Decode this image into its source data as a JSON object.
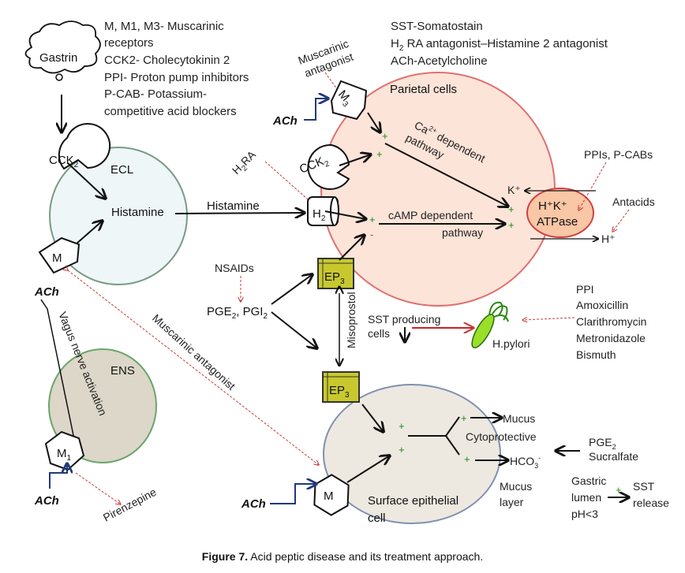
{
  "legend_left": [
    "M, M1, M3- Muscarinic",
    "receptors",
    "CCK2- Cholecytokinin 2",
    "PPI- Proton pump inhibitors",
    "P-CAB- Potassium-",
    "competitive acid blockers"
  ],
  "legend_right": {
    "sst": "SST-Somatostain",
    "h2_main": "H",
    "h2_sub": "2",
    "h2_rest": " RA antagonist–Histamine 2 antagonist",
    "ach": "ACh-Acetylcholine"
  },
  "nodes": {
    "gastrin": "Gastrin",
    "ecl": "ECL",
    "histamine_inner": "Histamine",
    "histamine_arrow": "Histamine",
    "cck": "CCK",
    "sub2": "2",
    "sub3": "3",
    "sub1": "1",
    "m": "M",
    "ach": "ACh",
    "ens": "ENS",
    "vagus": "Vagus nerve activation",
    "pirenzepine": "Pirenzepine",
    "muscarinic_antagonist_diag": "Muscarinic antagonist",
    "muscarinic_antagonist_top_1": "Muscarinic",
    "muscarinic_antagonist_top_2": "antagonist",
    "parietal": "Parietal cells",
    "ca_1a": "Ca",
    "ca_1sup": "2+",
    "ca_1b": " dependent",
    "ca_2": "pathway",
    "camp_1": "cAMP dependent",
    "camp_2": "pathway",
    "h2": "H",
    "h2ra_a": "H",
    "h2ra_b": "RA",
    "kplus": "K⁺",
    "hplus": "H⁺",
    "atpase_1": "H⁺K⁺",
    "atpase_2": "ATPase",
    "ppis": "PPIs, P-CABs",
    "antacids": "Antacids",
    "nsaids": "NSAIDs",
    "pge": "PGE",
    "pgi_sep": ", PGI",
    "ep": "EP",
    "misoprostol": "Misoprostol",
    "sst_cells_1": "SST producing",
    "sst_cells_2": "cells",
    "hpylori": "H.pylori",
    "hp_drugs": [
      "PPI",
      "Amoxicillin",
      "Clarithromycin",
      "Metronidazole",
      "Bismuth"
    ],
    "mucus": "Mucus",
    "cytoprotective": "Cytoprotective",
    "hco": "HCO",
    "hco_sub": "3",
    "hco_sup": "-",
    "pge2_sucralfate_1": "PGE",
    "pge2_sucralfate_2": "Sucralfate",
    "mucus_layer_1": "Mucus",
    "mucus_layer_2": "layer",
    "surface_1": "Surface epithelial",
    "surface_2": "cell",
    "gastric_1": "Gastric",
    "gastric_2": "lumen",
    "gastric_3": "pH<3",
    "sst_release_1": "SST",
    "sst_release_2": "release",
    "plus": "+",
    "minus": "-"
  },
  "caption": {
    "label": "Figure 7.",
    "text": " Acid peptic disease and its treatment approach."
  },
  "colors": {
    "ecl_fill": "#eef6f8",
    "ens_fill": "#dcd7c8",
    "parietal_fill": "#fde4d8",
    "surface_fill": "#ede9e0",
    "atpase_fill": "#f9c6a6",
    "ep3_fill": "#c8c82e",
    "hpylori": "#9adf2a",
    "inhibitor_arrow": "#c83a3a",
    "ach_arrow": "#1e3a7a",
    "stimulation_sign": "#1a8a1a"
  }
}
